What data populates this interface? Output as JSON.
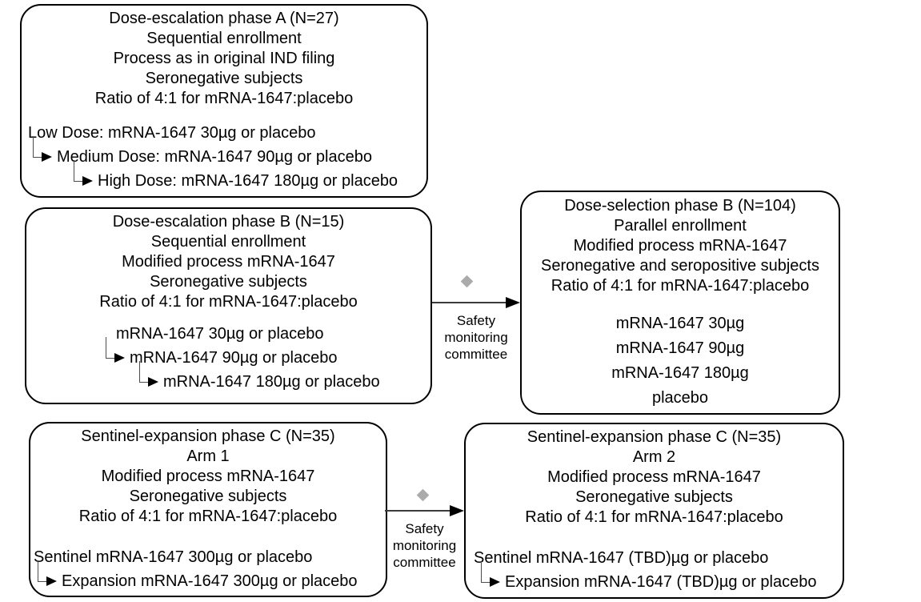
{
  "colors": {
    "box_border": "#000000",
    "text": "#000000",
    "diamond": "#ababab",
    "arrow": "#000000",
    "background": "#ffffff"
  },
  "boxes": {
    "phase_a": {
      "header": [
        "Dose-escalation phase A (N=27)",
        "Sequential enrollment",
        "Process as in original IND filing",
        "Seronegative subjects",
        "Ratio of 4:1 for mRNA-1647:placebo"
      ],
      "doses": [
        "Low Dose: mRNA-1647 30µg or placebo",
        "Medium Dose: mRNA-1647 90µg or placebo",
        "High Dose: mRNA-1647 180µg or placebo"
      ]
    },
    "phase_b_escalation": {
      "header": [
        "Dose-escalation phase B (N=15)",
        "Sequential enrollment",
        "Modified process mRNA-1647",
        "Seronegative subjects",
        "Ratio of 4:1 for mRNA-1647:placebo"
      ],
      "doses": [
        "mRNA-1647 30µg or placebo",
        "mRNA-1647 90µg or placebo",
        "mRNA-1647 180µg or placebo"
      ]
    },
    "phase_b_selection": {
      "header": [
        "Dose-selection phase B (N=104)",
        "Parallel enrollment",
        "Modified process mRNA-1647",
        "Seronegative and seropositive subjects",
        "Ratio of 4:1 for mRNA-1647:placebo"
      ],
      "arms": [
        "mRNA-1647 30µg",
        "mRNA-1647 90µg",
        "mRNA-1647 180µg",
        "placebo"
      ]
    },
    "phase_c_arm1": {
      "header": [
        "Sentinel-expansion phase C (N=35)",
        "Arm 1",
        "Modified process mRNA-1647",
        "Seronegative subjects",
        "Ratio of 4:1 for mRNA-1647:placebo"
      ],
      "doses": [
        "Sentinel mRNA-1647 300µg or placebo",
        "Expansion mRNA-1647 300µg or placebo"
      ]
    },
    "phase_c_arm2": {
      "header": [
        "Sentinel-expansion phase C (N=35)",
        "Arm 2",
        "Modified process mRNA-1647",
        "Seronegative subjects",
        "Ratio of 4:1 for mRNA-1647:placebo"
      ],
      "doses": [
        "Sentinel mRNA-1647 (TBD)µg or placebo",
        "Expansion mRNA-1647 (TBD)µg or placebo"
      ]
    }
  },
  "connectors": {
    "b_to_selection": {
      "label": "Safety monitoring committee"
    },
    "arm1_to_arm2": {
      "label": "Safety monitoring committee"
    }
  }
}
